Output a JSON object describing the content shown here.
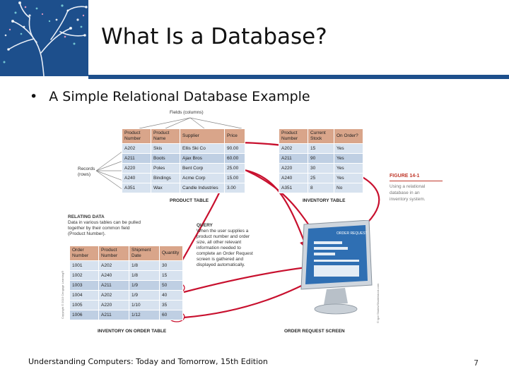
{
  "slide": {
    "title": "What Is a Database?",
    "bullet": "A Simple Relational Database Example",
    "footer": "Understanding Computers: Today and Tomorrow, 15th Edition",
    "page_number": "7",
    "colors": {
      "accent": "#1d4f8c",
      "header_cell": "#d9a58a",
      "body_cell": "#d7e2ef",
      "arrow": "#c8102e"
    }
  },
  "figure": {
    "fields_label": "Fields (columns)",
    "records_label": [
      "Records",
      "(rows)"
    ],
    "product_table": {
      "caption": "PRODUCT TABLE",
      "headers": [
        [
          "Product",
          "Number"
        ],
        [
          "Product",
          "Name"
        ],
        [
          "Supplier"
        ],
        [
          "Price"
        ]
      ],
      "rows": [
        [
          "A202",
          "Skis",
          "Ellis Ski Co",
          "90.00"
        ],
        [
          "A211",
          "Boots",
          "Ajax Bros",
          "60.00"
        ],
        [
          "A220",
          "Poles",
          "Bent Corp",
          "25.00"
        ],
        [
          "A240",
          "Bindings",
          "Acme Corp",
          "15.00"
        ],
        [
          "A351",
          "Wax",
          "Candle Industries",
          "3.00"
        ]
      ]
    },
    "inventory_table": {
      "caption": "INVENTORY TABLE",
      "headers": [
        [
          "Product",
          "Number"
        ],
        [
          "Current",
          "Stock"
        ],
        [
          "On Order?"
        ]
      ],
      "rows": [
        [
          "A202",
          "15",
          "Yes"
        ],
        [
          "A211",
          "90",
          "Yes"
        ],
        [
          "A220",
          "30",
          "Yes"
        ],
        [
          "A240",
          "25",
          "Yes"
        ],
        [
          "A351",
          "8",
          "No"
        ]
      ]
    },
    "order_table": {
      "caption": "INVENTORY ON ORDER TABLE",
      "headers": [
        [
          "Order",
          "Number"
        ],
        [
          "Product",
          "Number"
        ],
        [
          "Shipment",
          "Date"
        ],
        [
          "Quantity"
        ]
      ],
      "rows": [
        [
          "1001",
          "A202",
          "1/8",
          "30"
        ],
        [
          "1002",
          "A240",
          "1/8",
          "15"
        ],
        [
          "1003",
          "A211",
          "1/9",
          "50"
        ],
        [
          "1004",
          "A202",
          "1/9",
          "40"
        ],
        [
          "1005",
          "A220",
          "1/10",
          "35"
        ],
        [
          "1006",
          "A211",
          "1/12",
          "60"
        ]
      ]
    },
    "relating_data": {
      "heading": "RELATING DATA",
      "lines": [
        "Data in various tables can be pulled",
        "together by their common field",
        "(Product Number)."
      ]
    },
    "query": {
      "heading": "QUERY",
      "lines": [
        "When the user supplies a",
        "product number and order",
        "size, all other relevant",
        "information needed to",
        "complete an Order Request",
        "screen is gathered and",
        "displayed automatically."
      ]
    },
    "figure_label": "FIGURE 14-1",
    "figure_desc": [
      "Using a relational",
      "database in an",
      "inventory system."
    ],
    "screen_caption": "ORDER REQUEST SCREEN",
    "screen_title": "ORDER REQUEST",
    "credit_left": "Copyright © 2015 Cengage Learning®",
    "credit_right": "© Igor Shalev/Shutterstock.com"
  }
}
